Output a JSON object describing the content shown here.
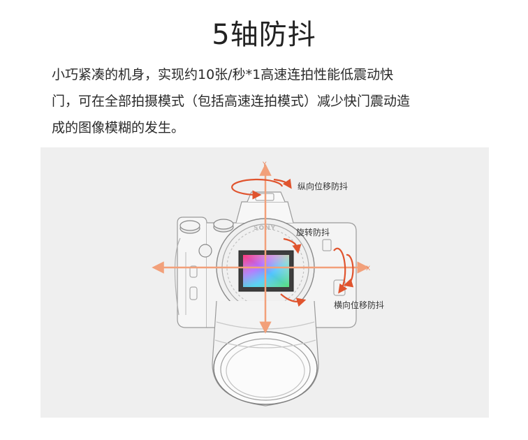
{
  "title": "5轴防抖",
  "description": [
    "小巧紧凑的机身，实现约10张/秒*1高速连拍性能低震动快",
    "门，可在全部拍摄模式（包括高速连拍模式）减少快门震动造",
    "成的图像模糊的发生。"
  ],
  "diagram": {
    "labels": {
      "vertical_shift": "纵向位移防抖",
      "rotation": "旋转防抖",
      "horizontal_shift": "横向位移防抖",
      "axis_x": "X",
      "axis_y": "Y",
      "brand": "SONY"
    },
    "colors": {
      "axis": "#f2a07a",
      "rotation_arrow": "#e0542e",
      "sensor_frame": "#3a3a3a"
    }
  }
}
